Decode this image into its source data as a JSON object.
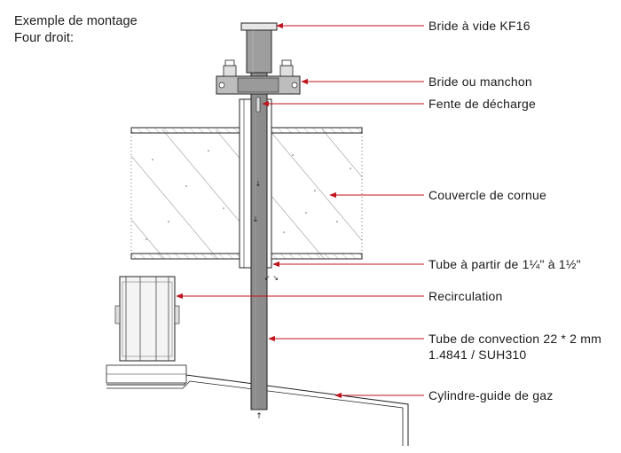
{
  "title": {
    "line1": "Exemple de montage",
    "line2": "Four droit:"
  },
  "labels": [
    {
      "id": "bride-vide",
      "text": "Bride à vide KF16"
    },
    {
      "id": "bride-manchon",
      "text": "Bride ou manchon"
    },
    {
      "id": "fente",
      "text": "Fente de décharge"
    },
    {
      "id": "couvercle",
      "text": "Couvercle de cornue"
    },
    {
      "id": "tube-partir",
      "text": "Tube à partir de 1¼\" à 1½\""
    },
    {
      "id": "recirculation",
      "text": "Recirculation"
    },
    {
      "id": "tube-convection-1",
      "text": "Tube de convection 22 * 2 mm"
    },
    {
      "id": "tube-convection-2",
      "text": "1.4841 / SUH310"
    },
    {
      "id": "cylindre",
      "text": "Cylindre-guide de gaz"
    }
  ],
  "colors": {
    "arrow": "#c0131c",
    "line": "#222222",
    "tube": "#8c8c8c",
    "hatch": "#555555"
  }
}
